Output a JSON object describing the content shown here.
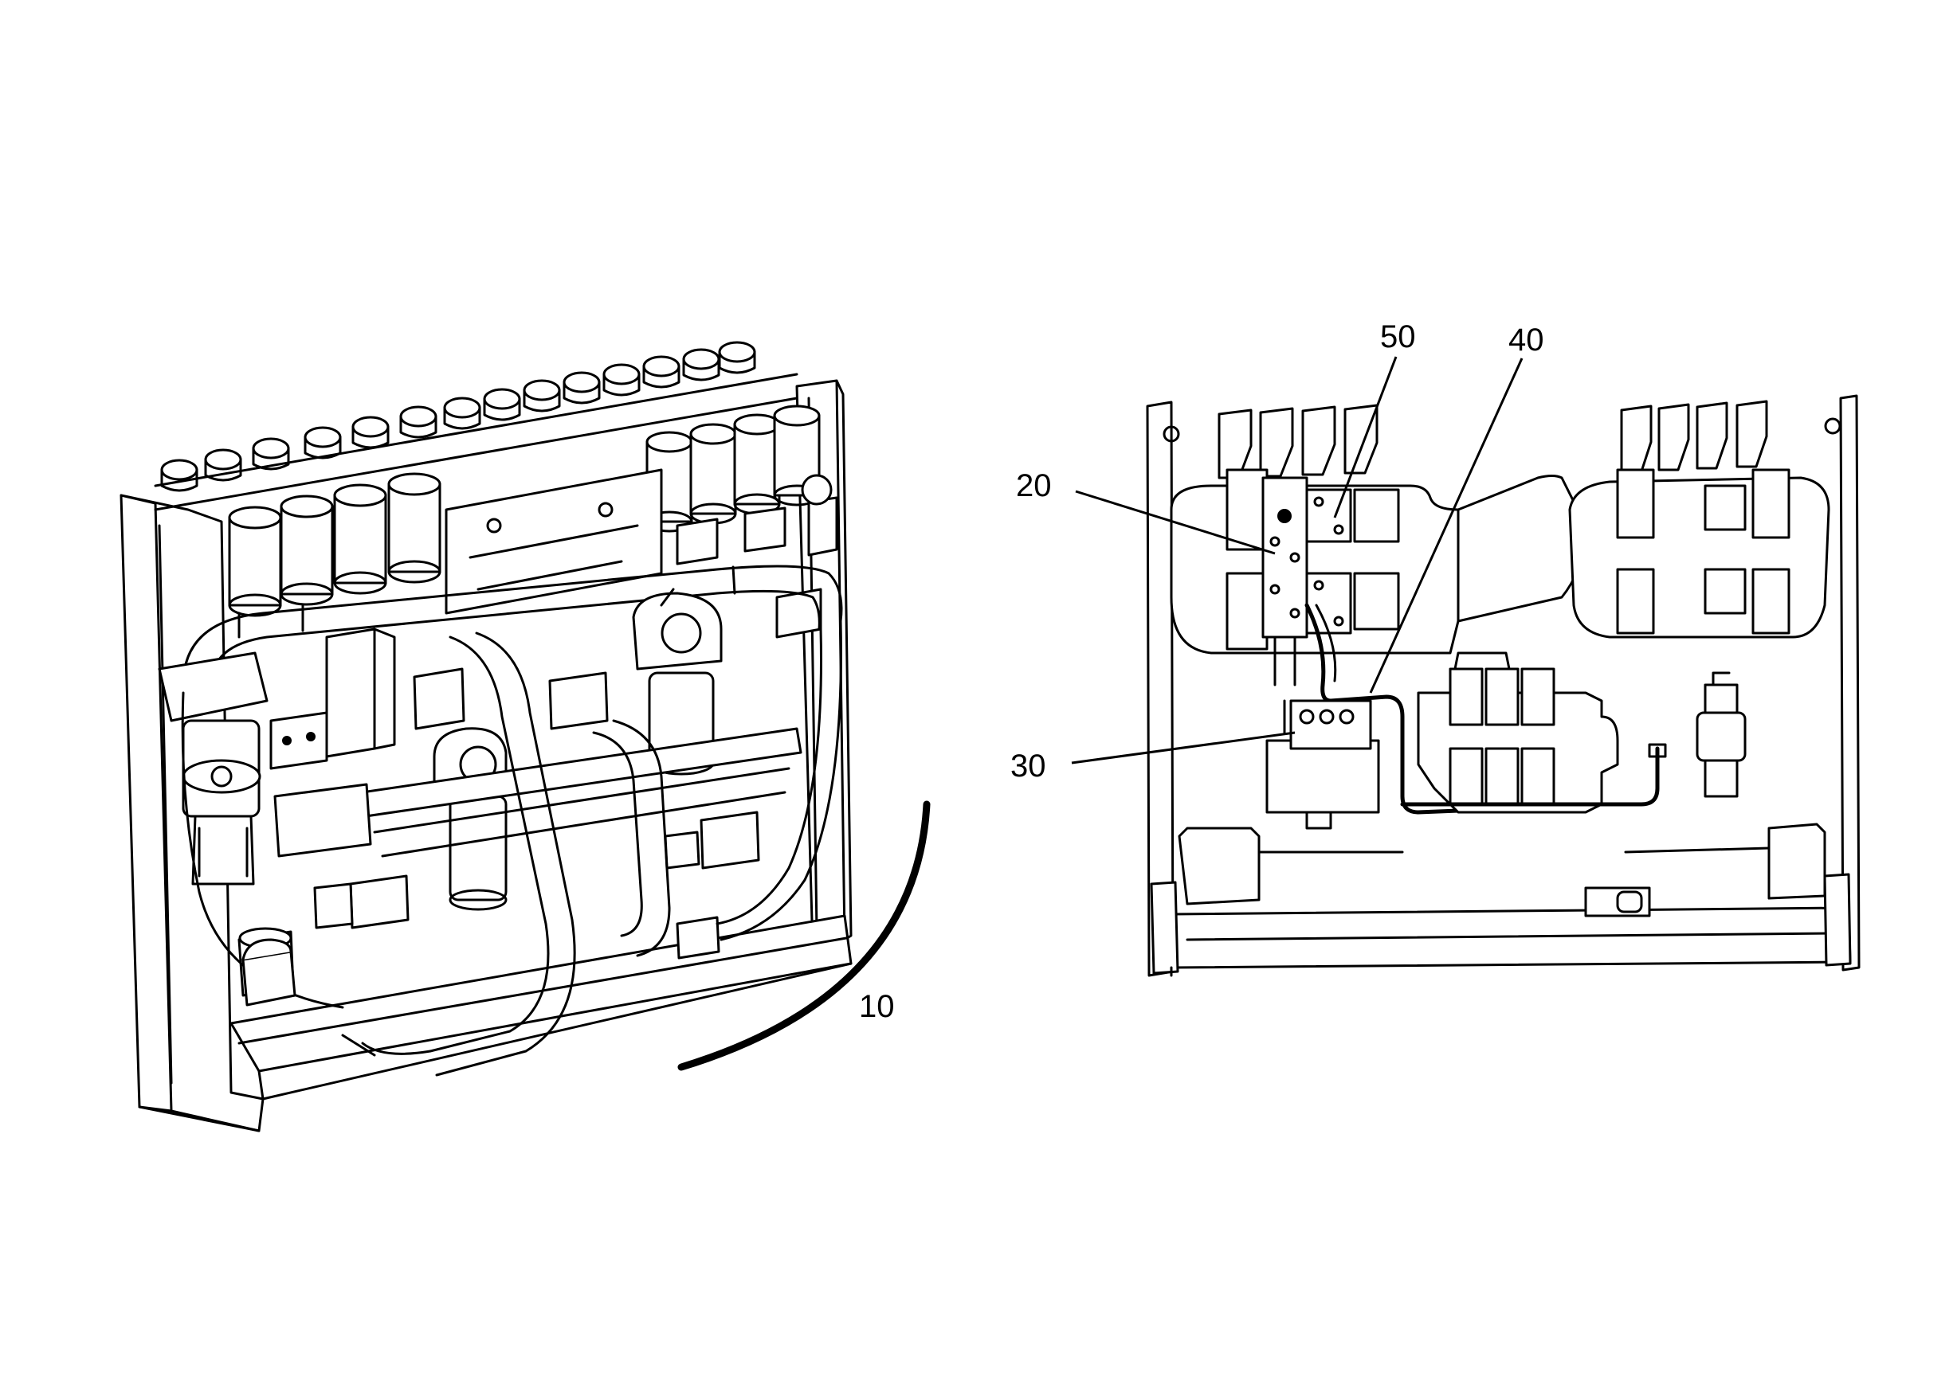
{
  "callouts": {
    "c10": "10",
    "c20": "20",
    "c30": "30",
    "c40": "40",
    "c50": "50"
  },
  "colors": {
    "ink": "#000000",
    "paper": "#ffffff"
  }
}
